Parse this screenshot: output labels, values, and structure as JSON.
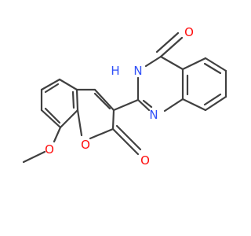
{
  "molecule": {
    "atoms": {
      "methoxy_o": {
        "label": "O",
        "color": "#ff0d0d"
      },
      "ring_o": {
        "label": "O",
        "color": "#ff0d0d"
      },
      "carbonyl_o_coumarin": {
        "label": "O",
        "color": "#ff0d0d"
      },
      "carbonyl_o_quinazoline": {
        "label": "O",
        "color": "#ff0d0d"
      },
      "n1": {
        "label": "N",
        "color": "#3050f8"
      },
      "n3": {
        "label": "N",
        "color": "#3050f8"
      },
      "n3_h": {
        "label": "H",
        "color": "#3050f8"
      }
    },
    "bond_color": "#404040"
  }
}
